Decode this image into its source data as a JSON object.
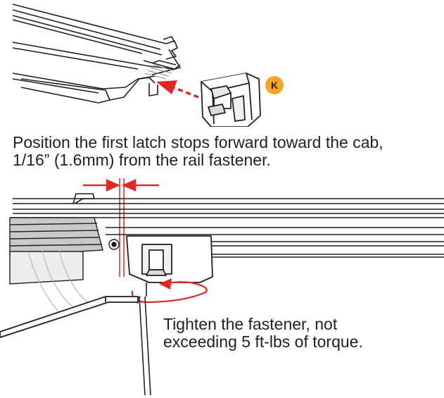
{
  "callout": {
    "label": "K",
    "color": "#f5a623"
  },
  "step1": {
    "line1": "Position the first latch stops forward toward the cab,",
    "line2": "1/16” (1.6mm) from the rail fastener."
  },
  "step2": {
    "line1": "Tighten the fastener, not",
    "line2": "exceeding 5 ft-lbs of torque."
  },
  "colors": {
    "arrow": "#e02828",
    "line": "#231f20",
    "badge": "#f5a623"
  }
}
